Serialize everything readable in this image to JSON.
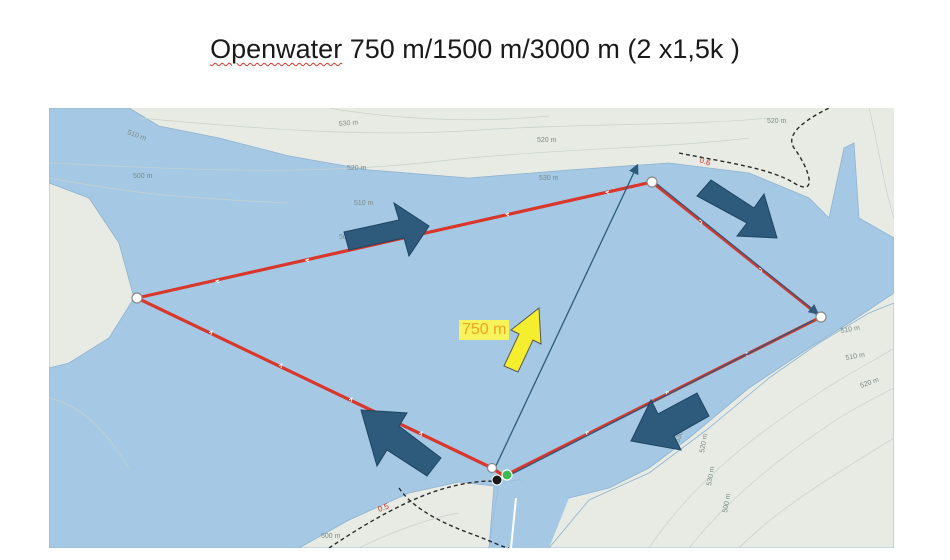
{
  "slide": {
    "title_part1": "Openwater",
    "title_part2": " 750 m/1500 m/3000 m (2 x1,5k )"
  },
  "map": {
    "distance_label": "750 m",
    "contour_labels": [
      "510 m",
      "500 m",
      "530 m",
      "520 m",
      "510 m",
      "520 m",
      "530 m",
      "520 m",
      "510 m",
      "510 m",
      "520 m",
      "530 m",
      "520 m",
      "530 m",
      "500 m",
      "500 m",
      "50"
    ],
    "km_markers": [
      "0.6",
      "0.5"
    ],
    "colors": {
      "water": "#a5c9e4",
      "land": "#e7ebe4",
      "route": "#d9372b",
      "direction_arrows": "#2e5a7c",
      "start_arrow": "#f4ee2e"
    }
  }
}
